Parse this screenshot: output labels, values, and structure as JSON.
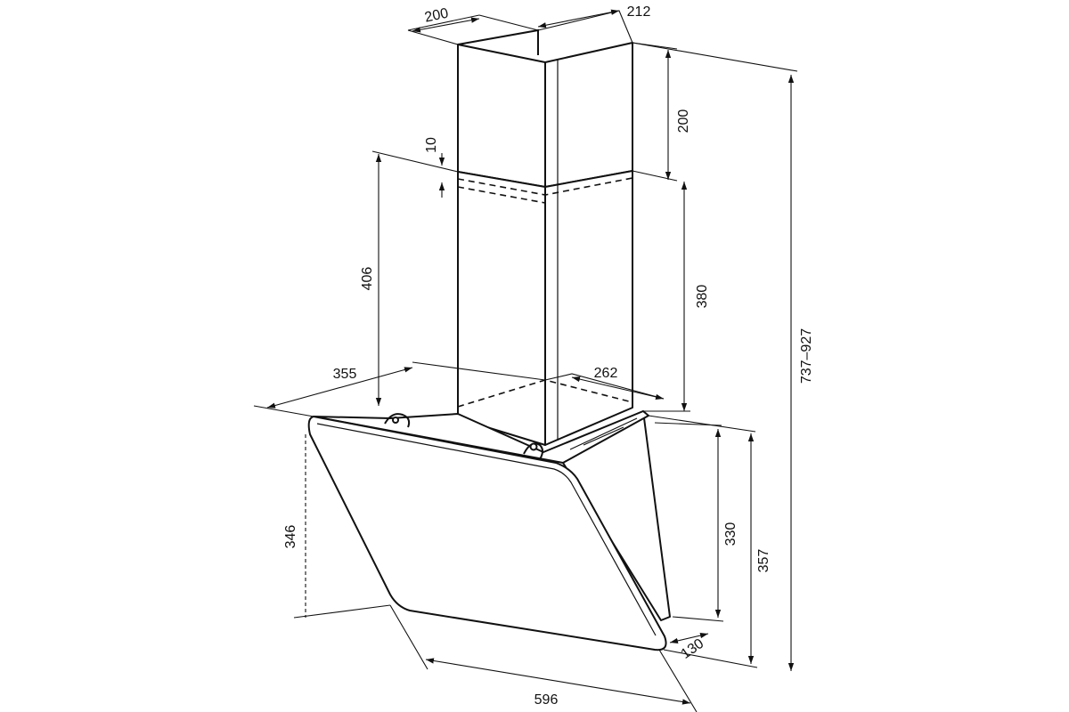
{
  "dimensions": {
    "chimney_depth": "200",
    "chimney_width": "212",
    "upper_chimney_height": "200",
    "overlap": "10",
    "lower_chimney_height": "406",
    "lower_chimney_right_height": "380",
    "bracket_depth": "355",
    "bracket_width": "262",
    "hood_left_height": "346",
    "hood_right_height": "330",
    "hood_total_height": "357",
    "total_height": "737–927",
    "hood_depth_bottom": "130",
    "hood_width": "596"
  }
}
